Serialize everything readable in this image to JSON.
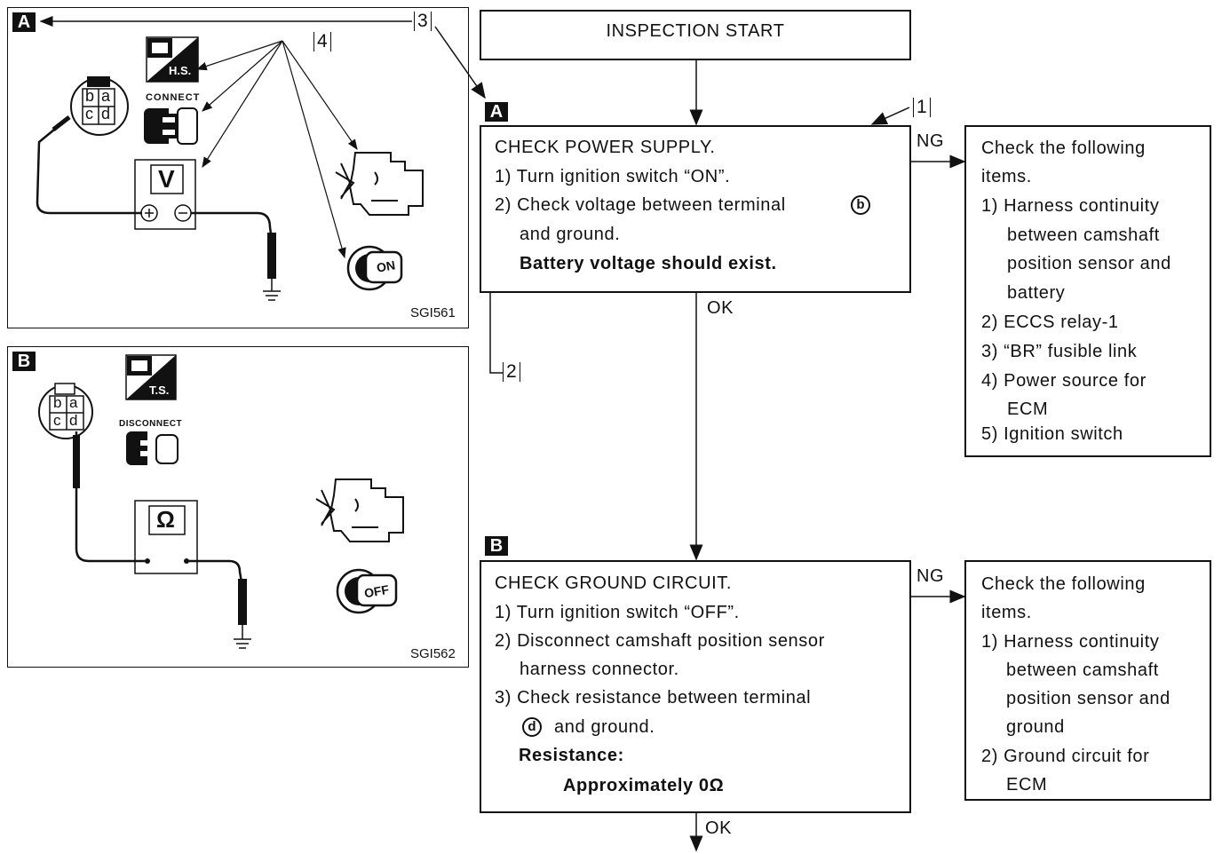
{
  "figure_a": {
    "tag": "A",
    "code": "SGI561",
    "callout_3": "3",
    "callout_4": "4",
    "hs_label": "H.S.",
    "connect_label": "CONNECT",
    "meter_symbol": "V",
    "terminals": [
      "b",
      "a",
      "c",
      "d"
    ],
    "key_label": "ON"
  },
  "figure_b": {
    "tag": "B",
    "code": "SGI562",
    "ts_label": "T.S.",
    "disconnect_label": "DISCONNECT",
    "meter_symbol": "Ω",
    "terminals": [
      "b",
      "a",
      "c",
      "d"
    ],
    "key_label": "OFF"
  },
  "flow": {
    "start": "INSPECTION START",
    "callout_1": "1",
    "callout_2": "2",
    "step_a": {
      "tag": "A",
      "lines": [
        "CHECK POWER SUPPLY.",
        "1) Turn ignition switch “ON”.",
        "2) Check voltage between terminal",
        "and ground."
      ],
      "terminal": "b",
      "result": "Battery voltage should exist.",
      "ng": "NG",
      "ok": "OK",
      "ng_box": [
        "Check the following",
        "items.",
        "1) Harness continuity",
        "between camshaft",
        "position sensor and",
        "battery",
        "2) ECCS relay-1",
        "3) “BR” fusible link",
        "4) Power source for",
        "ECM",
        "5) Ignition switch"
      ]
    },
    "step_b": {
      "tag": "B",
      "lines": [
        "CHECK GROUND CIRCUIT.",
        "1) Turn ignition switch “OFF”.",
        "2) Disconnect camshaft position sensor",
        "harness connector.",
        "3) Check resistance between terminal",
        "and ground."
      ],
      "terminal": "d",
      "resistance_label": "Resistance:",
      "resistance_value": "Approximately 0Ω",
      "ng": "NG",
      "ok": "OK",
      "ng_box": [
        "Check the following",
        "items.",
        "1) Harness continuity",
        "between camshaft",
        "position sensor and",
        "ground",
        "2) Ground circuit for",
        "ECM"
      ]
    }
  }
}
